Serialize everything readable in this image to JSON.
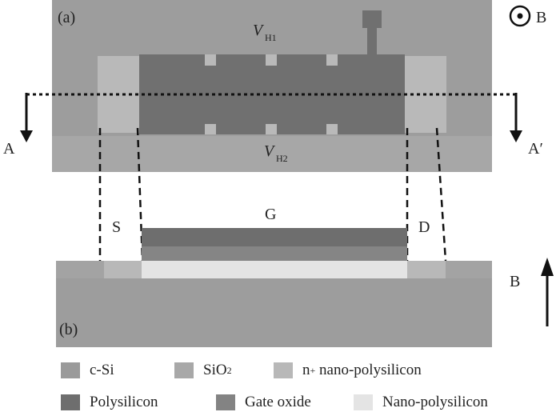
{
  "figure": {
    "panel_a": "(a)",
    "panel_b": "(b)",
    "vh1_main": "V",
    "vh1_sub": "H1",
    "vh2_main": "V",
    "vh2_sub": "H2",
    "label_b_field": "B",
    "label_a": "A",
    "label_a_prime": "A′",
    "label_s": "S",
    "label_g": "G",
    "label_d": "D",
    "label_b_side": "B"
  },
  "legend": [
    {
      "label": "c-Si",
      "color": "#9a9a9a"
    },
    {
      "label": "SiO",
      "sub": "2",
      "color": "#a8a8a8"
    },
    {
      "label": "n",
      "sup": "+",
      "rest": " nano-polysilicon",
      "color": "#b8b8b8"
    },
    {
      "label": "Polysilicon",
      "color": "#6e6e6e"
    },
    {
      "label": "Gate oxide",
      "color": "#838383"
    },
    {
      "label": "Nano-polysilicon",
      "color": "#e4e4e4"
    }
  ]
}
